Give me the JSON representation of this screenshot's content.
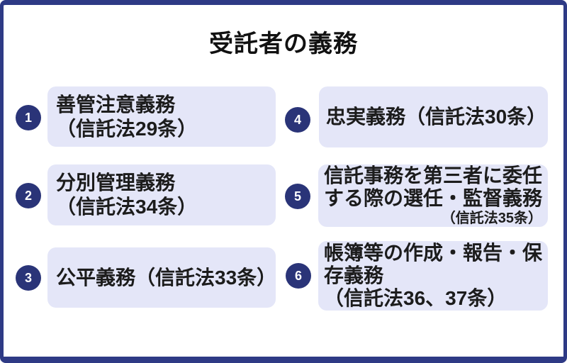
{
  "title": "受託者の義務",
  "colors": {
    "frame_border": "#2e3a85",
    "badge_background": "#2a3478",
    "badge_number": "#ffffff",
    "card_background": "#e4e6f8",
    "text": "#1c1c1c",
    "page_background": "#ffffff"
  },
  "items": [
    {
      "num": "1",
      "lines": [
        "善管注意義務",
        "（信託法29条）"
      ]
    },
    {
      "num": "2",
      "lines": [
        "分別管理義務",
        "（信託法34条）"
      ]
    },
    {
      "num": "3",
      "lines": [
        "公平義務（信託法33条）"
      ]
    },
    {
      "num": "4",
      "lines": [
        "忠実義務（信託法30条）"
      ]
    },
    {
      "num": "5",
      "lines": [
        "信託事務を第三者に委任",
        "する際の選任・監督義務"
      ],
      "note": "（信託法35条）"
    },
    {
      "num": "6",
      "lines": [
        "帳簿等の作成・報告・保存義務",
        "（信託法36、37条）"
      ]
    }
  ]
}
